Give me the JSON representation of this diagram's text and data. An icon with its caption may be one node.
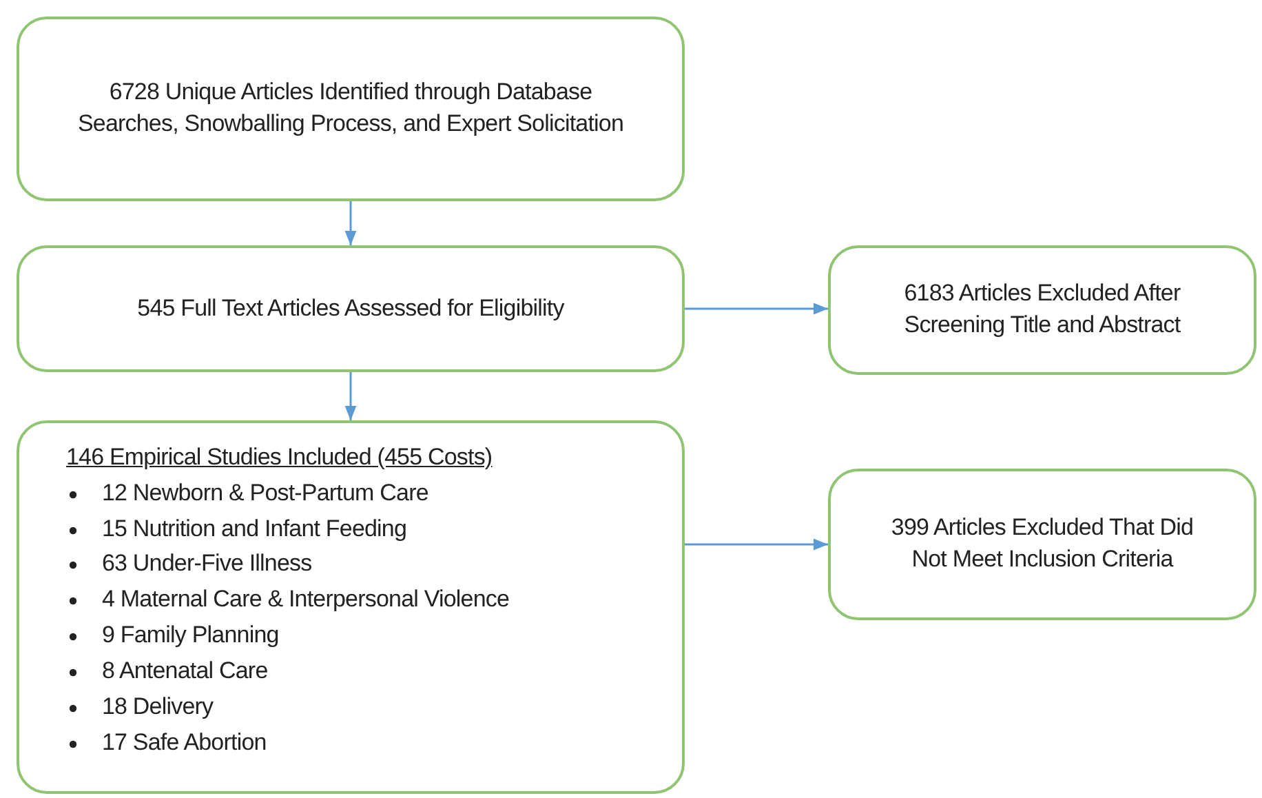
{
  "diagram": {
    "nodes": [
      {
        "text": [
          "6728 Unique Articles Identified through Database Searches, Snowballing Process, and Expert Solicitation"
        ]
      },
      {
        "text": [
          "545 Full Text Articles Assessed for Eligibility"
        ]
      },
      {
        "text": [
          "6183 Articles Excluded After Screening Title and Abstract"
        ]
      },
      {
        "text": [
          "146 Empirical Studies Included (455 Costs)",
          "12 Newborn & Post-Partum Care",
          "15 Nutrition and Infant Feeding",
          "63 Under-Five Illness",
          "4 Maternal Care & Interpersonal Violence",
          "9 Family Planning",
          "8 Antenatal Care",
          "18 Delivery",
          "17 Safe Abortion"
        ]
      },
      {
        "text": [
          "399 Articles Excluded That Did Not Meet Inclusion Criteria"
        ]
      }
    ],
    "edges": [
      {
        "from": 0,
        "to": 1,
        "arrow": "to"
      },
      {
        "from": 1,
        "to": 2,
        "arrow": "to"
      },
      {
        "from": 1,
        "to": 3,
        "arrow": "to"
      },
      {
        "from": 3,
        "to": 4,
        "arrow": "to"
      }
    ]
  }
}
